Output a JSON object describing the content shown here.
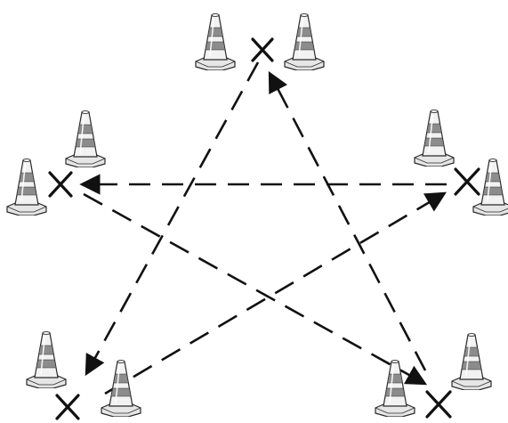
{
  "diagram": {
    "kind": "cone-drill-pentagram",
    "palette": {
      "cone_body": "#f2f2f2",
      "cone_stripe": "#8c8c8c",
      "cone_outline": "#2a2a2a",
      "cone_base": "#e6e6e6",
      "line": "#111111",
      "marker": "#111111",
      "background": "#ffffff"
    },
    "stations": [
      {
        "id": "top",
        "marker": "x",
        "cones": 2
      },
      {
        "id": "right",
        "marker": "x",
        "cones": 2
      },
      {
        "id": "bottom-right",
        "marker": "x",
        "cones": 2
      },
      {
        "id": "bottom-left",
        "marker": "x",
        "cones": 2
      },
      {
        "id": "left",
        "marker": "x",
        "cones": 2
      }
    ],
    "runs": [
      {
        "from": "bottom-right",
        "to": "top",
        "style": "dashed",
        "arrow": true
      },
      {
        "from": "top",
        "to": "bottom-left",
        "style": "dashed",
        "arrow": true
      },
      {
        "from": "bottom-left",
        "to": "right",
        "style": "dashed",
        "arrow": true
      },
      {
        "from": "right",
        "to": "left",
        "style": "dashed",
        "arrow": true
      },
      {
        "from": "left",
        "to": "bottom-right",
        "style": "dashed",
        "arrow": true
      }
    ],
    "cone_count": 10,
    "marker_count": 5
  }
}
